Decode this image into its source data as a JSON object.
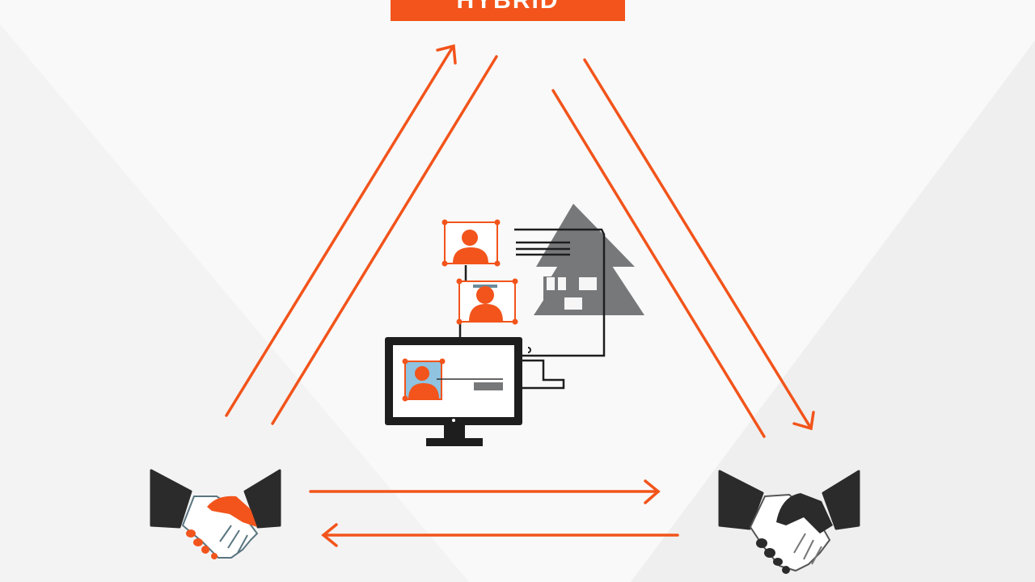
{
  "header": {
    "title": "HYBRID"
  },
  "colors": {
    "accent": "#f2541b",
    "dark": "#2b2b2b",
    "gray": "#77787a",
    "background": "#f6f6f6",
    "screen_blue": "#8fc3df"
  },
  "diagram": {
    "nodes": [
      {
        "id": "top",
        "label": "HYBRID",
        "type": "title-banner"
      },
      {
        "id": "left",
        "type": "handshake-icon",
        "accent": "orange"
      },
      {
        "id": "right",
        "type": "handshake-icon",
        "accent": "dark"
      },
      {
        "id": "center",
        "type": "remote-office-illustration",
        "elements": [
          "person-card",
          "person-card",
          "desktop-monitor",
          "house-with-trees"
        ]
      }
    ],
    "arrows": [
      {
        "from": "left",
        "to": "top",
        "direction": "up-right"
      },
      {
        "from": "top",
        "to": "left",
        "direction": "down-left",
        "head": false
      },
      {
        "from": "top",
        "to": "right",
        "direction": "down-right"
      },
      {
        "from": "right",
        "to": "top",
        "direction": "up-left",
        "head": false
      },
      {
        "from": "left",
        "to": "right",
        "direction": "right"
      },
      {
        "from": "right",
        "to": "left",
        "direction": "left"
      }
    ]
  }
}
